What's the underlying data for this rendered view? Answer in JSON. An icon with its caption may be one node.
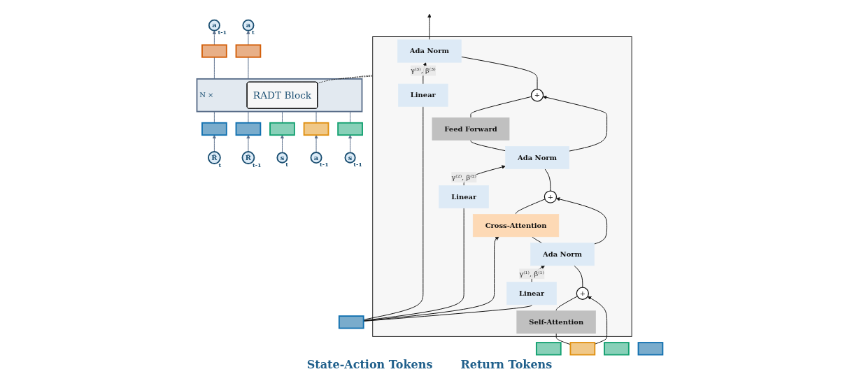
{
  "diagram": {
    "nodes": [
      {
        "text": [
          "a"
        ],
        "beside": [
          "t-1"
        ]
      },
      {
        "text": [
          "a"
        ],
        "beside": [
          "t"
        ]
      },
      {
        "text": [],
        "shape": "bar"
      },
      {
        "text": [],
        "shape": "bar"
      },
      {
        "text": [
          "N ×"
        ]
      },
      {
        "text": [
          "RADT Block"
        ],
        "in": 4
      },
      {
        "text": [],
        "shape": "bar"
      },
      {
        "text": [],
        "shape": "bar"
      },
      {
        "text": [],
        "shape": "bar"
      },
      {
        "text": [],
        "shape": "bar"
      },
      {
        "text": [],
        "shape": "bar"
      },
      {
        "text": [
          "s"
        ],
        "beside": [
          "t-1"
        ]
      },
      {
        "text": [
          "a"
        ],
        "beside": [
          "t-1"
        ]
      },
      {
        "text": [
          "s"
        ],
        "beside": [
          "t"
        ]
      },
      {
        "text": [
          "R̂"
        ],
        "beside": [
          "t-1"
        ]
      },
      {
        "text": [
          "R̂"
        ],
        "beside": [
          "t"
        ]
      },
      {
        "text": [],
        "shape": "box"
      },
      {
        "text": [
          "Ada Norm"
        ],
        "in": 16
      },
      {
        "text": [
          "Linear"
        ],
        "in": 16
      },
      {
        "text": [
          "+"
        ],
        "in": 16
      },
      {
        "text": [
          "Feed Forward"
        ],
        "in": 16
      },
      {
        "text": [
          "Ada Norm"
        ],
        "in": 16
      },
      {
        "text": [
          "Linear"
        ],
        "in": 16
      },
      {
        "text": [
          "+"
        ],
        "in": 16
      },
      {
        "text": [
          "Cross-Attention"
        ],
        "in": 16
      },
      {
        "text": [
          "Ada Norm"
        ],
        "in": 16
      },
      {
        "text": [
          "Linear"
        ],
        "in": 16
      },
      {
        "text": [
          "+"
        ],
        "in": 16
      },
      {
        "text": [
          "Self-Attention"
        ],
        "in": 16
      },
      {
        "text": [],
        "shape": "bar"
      },
      {
        "text": [],
        "shape": "bar"
      },
      {
        "text": [],
        "shape": "bar"
      },
      {
        "text": [],
        "shape": "bar"
      },
      {
        "text": [],
        "shape": "bar"
      }
    ],
    "edges": [
      {
        "from": 2,
        "to": 0,
        "arrow": "to",
        "color": "#5a6e8a"
      },
      {
        "from": 3,
        "to": 1,
        "arrow": "to",
        "color": "#5a6e8a"
      },
      {
        "from": 4,
        "to": 2,
        "arrow": "none",
        "color": "#5a6e8a"
      },
      {
        "from": 4,
        "to": 3,
        "arrow": "none",
        "color": "#5a6e8a"
      },
      {
        "from": 6,
        "to": 4,
        "arrow": "none",
        "color": "#5a6e8a"
      },
      {
        "from": 7,
        "to": 4,
        "arrow": "none",
        "color": "#5a6e8a"
      },
      {
        "from": 8,
        "to": 4,
        "arrow": "none",
        "color": "#5a6e8a"
      },
      {
        "from": 9,
        "to": 4,
        "arrow": "none",
        "color": "#5a6e8a"
      },
      {
        "from": 10,
        "to": 4,
        "arrow": "none",
        "color": "#5a6e8a"
      },
      {
        "from": 11,
        "to": 6,
        "arrow": "to",
        "color": "#5a6e8a"
      },
      {
        "from": 12,
        "to": 7,
        "arrow": "to",
        "color": "#5a6e8a"
      },
      {
        "from": 13,
        "to": 8,
        "arrow": "to",
        "color": "#5a6e8a"
      },
      {
        "from": 14,
        "to": 9,
        "arrow": "to",
        "color": "#5a6e8a"
      },
      {
        "from": 15,
        "to": 10,
        "arrow": "to",
        "color": "#5a6e8a"
      },
      {
        "from": 4,
        "to": 16,
        "arrow": "none",
        "style": "dashed"
      },
      {
        "from": 5,
        "to": 16,
        "arrow": "none",
        "style": "dashed"
      },
      {
        "from": 30,
        "to": 28,
        "arrow": "none"
      },
      {
        "from": 30,
        "to": 27,
        "arrow": "to"
      },
      {
        "from": 28,
        "to": 27,
        "arrow": "none"
      },
      {
        "from": 27,
        "to": 25,
        "arrow": "none"
      },
      {
        "from": 26,
        "to": 25,
        "arrow": "to",
        "label": "γ⁽¹⁾, β⁽¹⁾"
      },
      {
        "from": 25,
        "to": 24,
        "arrow": "none"
      },
      {
        "from": 25,
        "to": 23,
        "arrow": "to"
      },
      {
        "from": 24,
        "to": 23,
        "arrow": "none"
      },
      {
        "from": 23,
        "to": 21,
        "arrow": "none"
      },
      {
        "from": 22,
        "to": 21,
        "arrow": "to",
        "label": "γ⁽²⁾, β⁽²⁾"
      },
      {
        "from": 21,
        "to": 20,
        "arrow": "none"
      },
      {
        "from": 21,
        "to": 19,
        "arrow": "to"
      },
      {
        "from": 20,
        "to": 19,
        "arrow": "none"
      },
      {
        "from": 19,
        "to": 17,
        "arrow": "none"
      },
      {
        "from": 18,
        "to": 17,
        "arrow": "to",
        "label": "γ⁽³⁾, β⁽³⁾"
      },
      {
        "from": 17,
        "to": null,
        "arrow": "to"
      },
      {
        "from": 33,
        "to": 26,
        "arrow": "none"
      },
      {
        "from": 33,
        "to": 24,
        "arrow": "to"
      },
      {
        "from": 33,
        "to": 22,
        "arrow": "none"
      },
      {
        "from": 33,
        "to": 18,
        "arrow": "none"
      }
    ],
    "labels": [
      "State-Action Tokens",
      "Return Tokens"
    ]
  }
}
